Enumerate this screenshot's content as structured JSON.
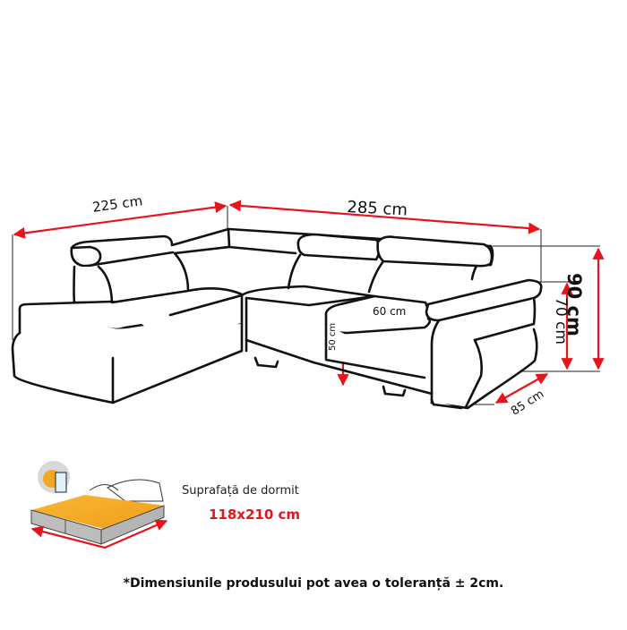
{
  "diagram": {
    "type": "product dimension drawing",
    "subject": "corner sofa bed (left-hand chaise)",
    "dimensions": {
      "left_length": "225 cm",
      "right_length": "285 cm",
      "total_height": "90 cm",
      "armrest_height": "70 cm",
      "seat_depth": "60 cm",
      "seat_height": "50 cm",
      "depth": "85 cm"
    },
    "sleeping_surface": {
      "label": "Suprafață de dormit",
      "size": "118x210 cm"
    },
    "note": "*Dimensiunile produsului pot avea o toleranță ± 2cm."
  },
  "colors": {
    "dimension_line": "#e8141c",
    "outline": "#111111",
    "mattress_top": "#f2a823",
    "mattress_side": "#bdbdbd",
    "size_text": "#e8141c"
  }
}
